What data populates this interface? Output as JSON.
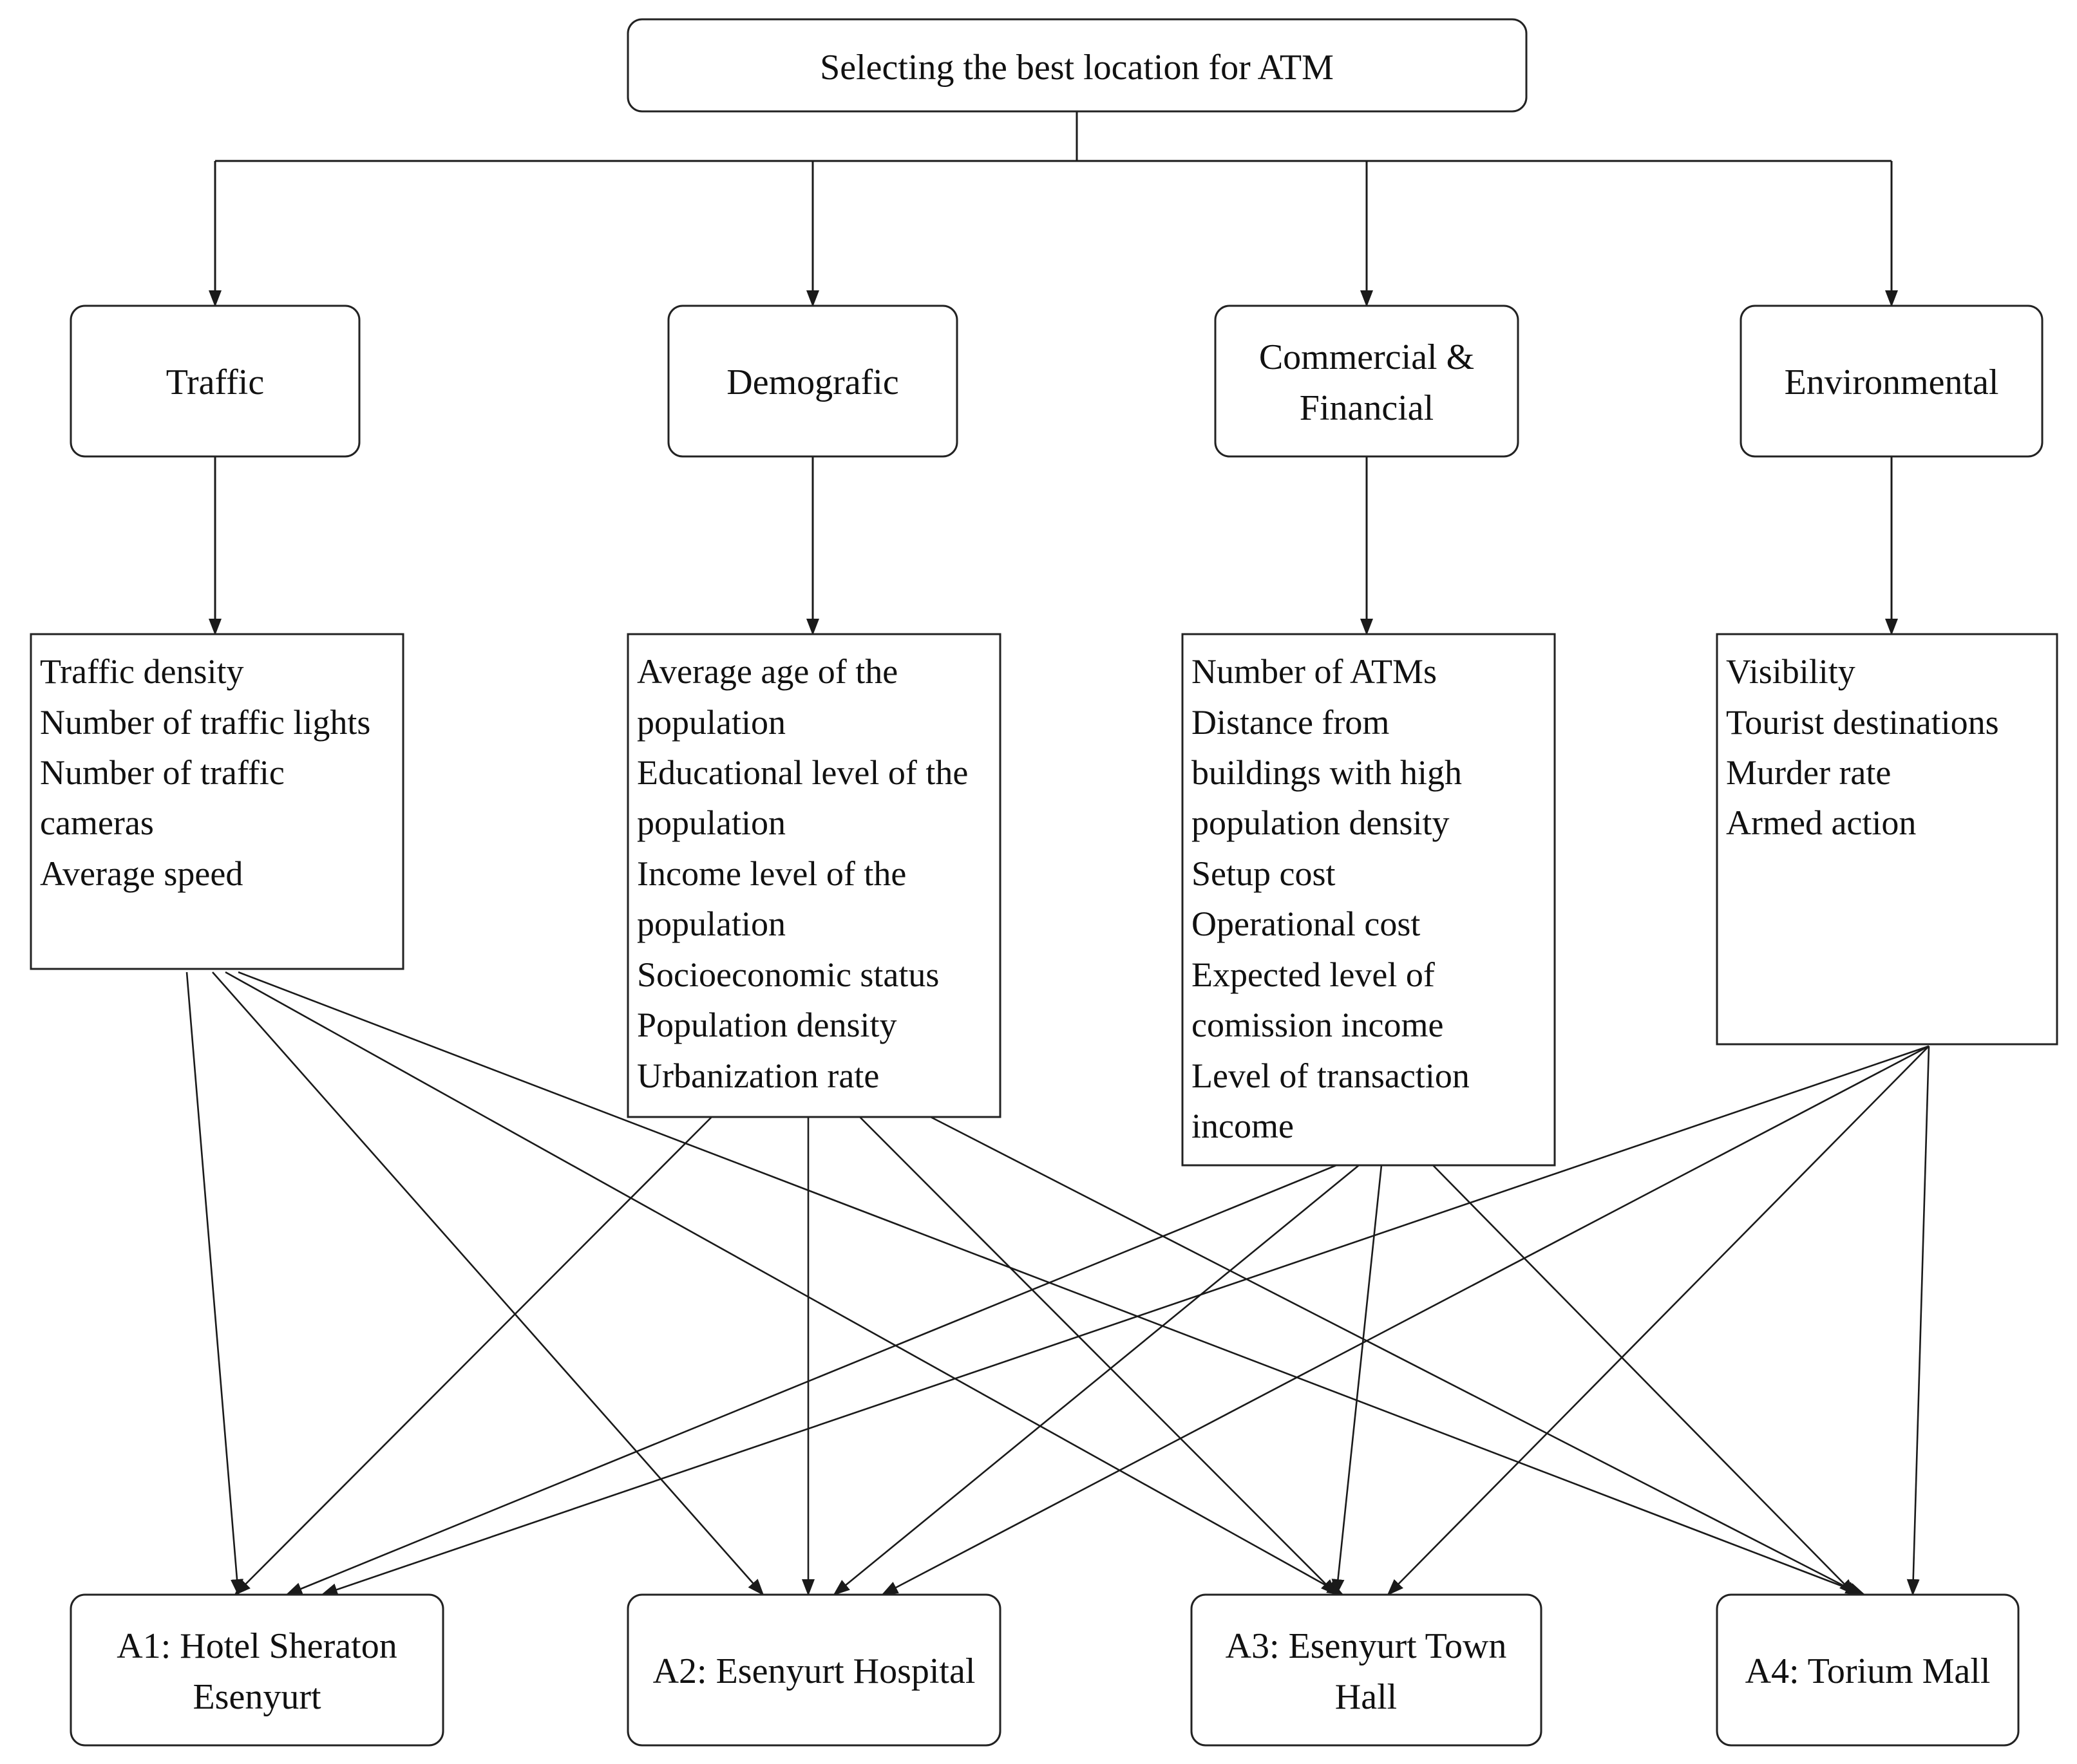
{
  "goal": {
    "label": "Selecting the best location for ATM"
  },
  "criteria": [
    {
      "id": "traffic",
      "label_lines": [
        "Traffic"
      ]
    },
    {
      "id": "demografic",
      "label_lines": [
        "Demografic"
      ]
    },
    {
      "id": "commercial-financial",
      "label_lines": [
        "Commercial &",
        "Financial"
      ]
    },
    {
      "id": "environmental",
      "label_lines": [
        "Environmental"
      ]
    }
  ],
  "subcriteria": [
    {
      "id": "traffic",
      "lines": [
        "Traffic density",
        "Number of traffic lights",
        "Number of traffic",
        "cameras",
        "Average speed"
      ]
    },
    {
      "id": "demografic",
      "lines": [
        "Average age of the",
        "population",
        "Educational level of the",
        "population",
        "Income level of the",
        "population",
        "Socioeconomic status",
        "Population density",
        "Urbanization rate"
      ]
    },
    {
      "id": "commercial-financial",
      "lines": [
        "Number of ATMs",
        "Distance from",
        "buildings with high",
        "population density",
        "Setup cost",
        "Operational cost",
        "Expected level of",
        "comission income",
        "Level of transaction",
        "income"
      ]
    },
    {
      "id": "environmental",
      "lines": [
        "Visibility",
        "Tourist destinations",
        "Murder rate",
        "Armed action"
      ]
    }
  ],
  "alternatives": [
    {
      "id": "a1",
      "label_lines": [
        "A1: Hotel Sheraton",
        "Esenyurt"
      ]
    },
    {
      "id": "a2",
      "label_lines": [
        "A2: Esenyurt Hospital"
      ]
    },
    {
      "id": "a3",
      "label_lines": [
        "A3: Esenyurt Town",
        "Hall"
      ]
    },
    {
      "id": "a4",
      "label_lines": [
        "A4: Torium Mall"
      ]
    }
  ]
}
